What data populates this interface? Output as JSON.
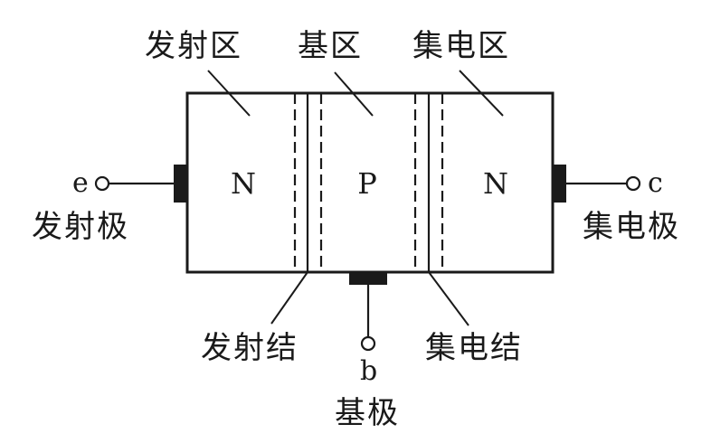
{
  "regions": {
    "emitter": "发射区",
    "base": "基区",
    "collector": "集电区"
  },
  "doping": {
    "emitter": "N",
    "base": "P",
    "collector": "N"
  },
  "terminals": {
    "emitter_letter": "e",
    "emitter_name": "发射极",
    "collector_letter": "c",
    "collector_name": "集电极",
    "base_letter": "b",
    "base_name": "基极"
  },
  "junctions": {
    "emitter_junction": "发射结",
    "collector_junction": "集电结"
  },
  "colors": {
    "stroke": "#1a1a1a",
    "background": "#ffffff"
  }
}
